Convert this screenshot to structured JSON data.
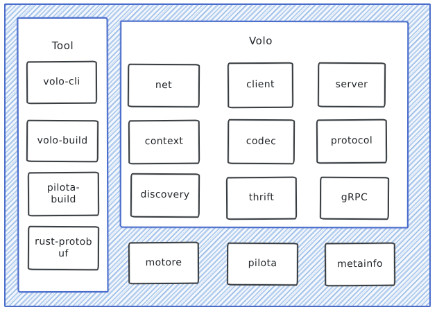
{
  "diagram": {
    "tool": {
      "title": "Tool",
      "boxes": [
        "volo-cli",
        "volo-build",
        "pilota-build",
        "rust-protobuf"
      ]
    },
    "volo": {
      "title": "Volo",
      "boxes": [
        "net",
        "client",
        "server",
        "context",
        "codec",
        "protocol",
        "discovery",
        "thrift",
        "gRPC"
      ]
    },
    "bottom": {
      "boxes": [
        "motore",
        "pilota",
        "metainfo"
      ]
    },
    "colors": {
      "frame_border_blue": "#4a6dcb",
      "hatch_fill_blue": "#aecbee",
      "panel_background": "#ffffff",
      "box_border": "#383d41",
      "text": "#1f2327"
    }
  }
}
